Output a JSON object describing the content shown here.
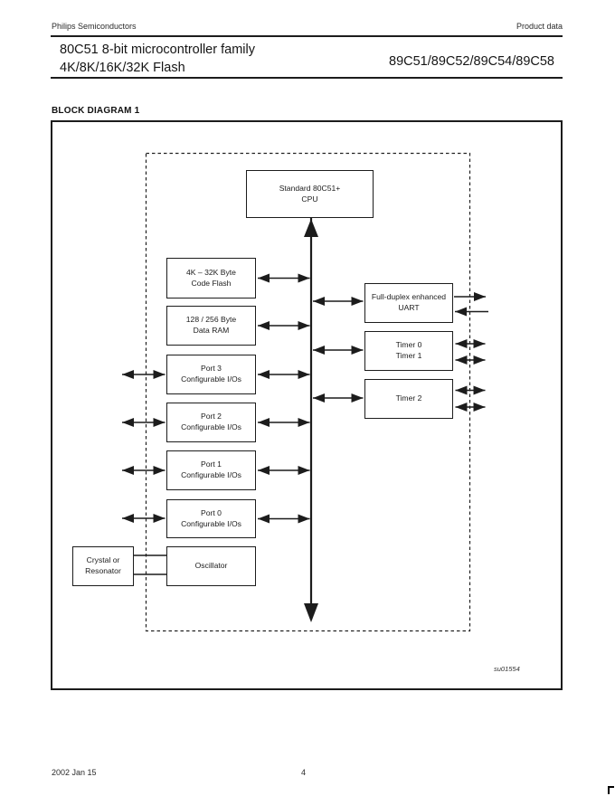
{
  "header": {
    "brand": "Philips Semiconductors",
    "doc_type": "Product data",
    "title_line1": "80C51 8-bit microcontroller family",
    "title_line2": "4K/8K/16K/32K Flash",
    "part_numbers": "89C51/89C52/89C54/89C58"
  },
  "section_title": "BLOCK DIAGRAM 1",
  "diagram": {
    "blocks": {
      "cpu": "Standard 80C51+\nCPU",
      "code_flash": "4K – 32K Byte\nCode Flash",
      "data_ram": "128 / 256 Byte\nData RAM",
      "port3": "Port 3\nConfigurable I/Os",
      "port2": "Port 2\nConfigurable I/Os",
      "port1": "Port 1\nConfigurable I/Os",
      "port0": "Port 0\nConfigurable I/Os",
      "oscillator": "Oscillator",
      "crystal": "Crystal or\nResonator",
      "uart": "Full-duplex enhanced\nUART",
      "timer01": "Timer 0\nTimer 1",
      "timer2": "Timer 2"
    },
    "figure_code": "su01554",
    "colors": {
      "ink": "#1c1c1c",
      "paper": "#ffffff"
    }
  },
  "footer": {
    "date": "2002 Jan 15",
    "page_number": "4"
  }
}
